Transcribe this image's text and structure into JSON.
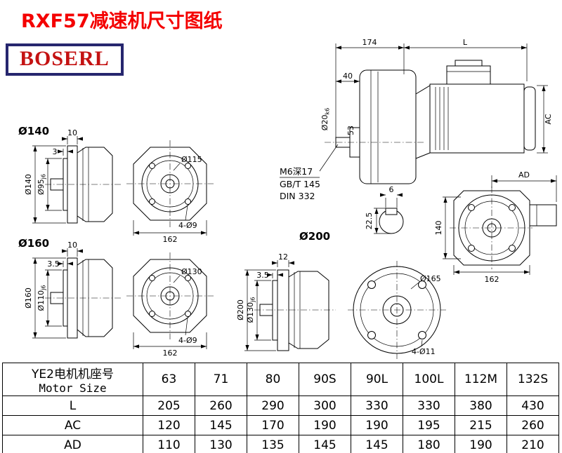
{
  "title": "RXF57减速机尺寸图纸",
  "logo": "BOSERL",
  "assembly": {
    "dim_gear_length": "174",
    "dim_motor_length": "L",
    "dim_shaft_length": "40",
    "shaft_dia": "Ø20",
    "shaft_tol": "k6",
    "dim_shaft_pos": "53",
    "dim_motor_height": "AC",
    "tap_callout": "M6深17",
    "tap_std_gb": "GB/T 145",
    "tap_std_din": "DIN 332"
  },
  "key_section": {
    "key_width": "6",
    "key_height": "22.5"
  },
  "rear_view": {
    "dim_ad": "AD",
    "dim_height": "140",
    "dim_width": "162"
  },
  "flange_140": {
    "label": "Ø140",
    "flange_thickness": "10",
    "spigot_thickness": "3",
    "flange_dia": "Ø140",
    "spigot_dia": "Ø95",
    "spigot_tol": "j6",
    "bolt_circle": "Ø115",
    "bolt_holes": "4-Ø9",
    "body_width": "162"
  },
  "flange_160": {
    "label": "Ø160",
    "flange_thickness": "10",
    "spigot_thickness": "3.5",
    "flange_dia": "Ø160",
    "spigot_dia": "Ø110",
    "spigot_tol": "j6",
    "bolt_circle": "Ø130",
    "bolt_holes": "4-Ø9",
    "body_width": "162"
  },
  "flange_200": {
    "label": "Ø200",
    "flange_thickness": "12",
    "spigot_thickness": "3.5",
    "flange_dia": "Ø200",
    "spigot_dia": "Ø130",
    "spigot_tol": "j6",
    "bolt_circle": "Ø165",
    "bolt_holes": "4-Ø11"
  },
  "table": {
    "header_cn": "YE2电机机座号",
    "header_en": "Motor Size",
    "columns": [
      "63",
      "71",
      "80",
      "90S",
      "90L",
      "100L",
      "112M",
      "132S"
    ],
    "rows": [
      {
        "label": "L",
        "values": [
          "205",
          "260",
          "290",
          "300",
          "330",
          "330",
          "380",
          "430"
        ]
      },
      {
        "label": "AC",
        "values": [
          "120",
          "145",
          "170",
          "190",
          "190",
          "195",
          "215",
          "260"
        ]
      },
      {
        "label": "AD",
        "values": [
          "110",
          "130",
          "135",
          "145",
          "145",
          "180",
          "190",
          "210"
        ]
      }
    ]
  }
}
